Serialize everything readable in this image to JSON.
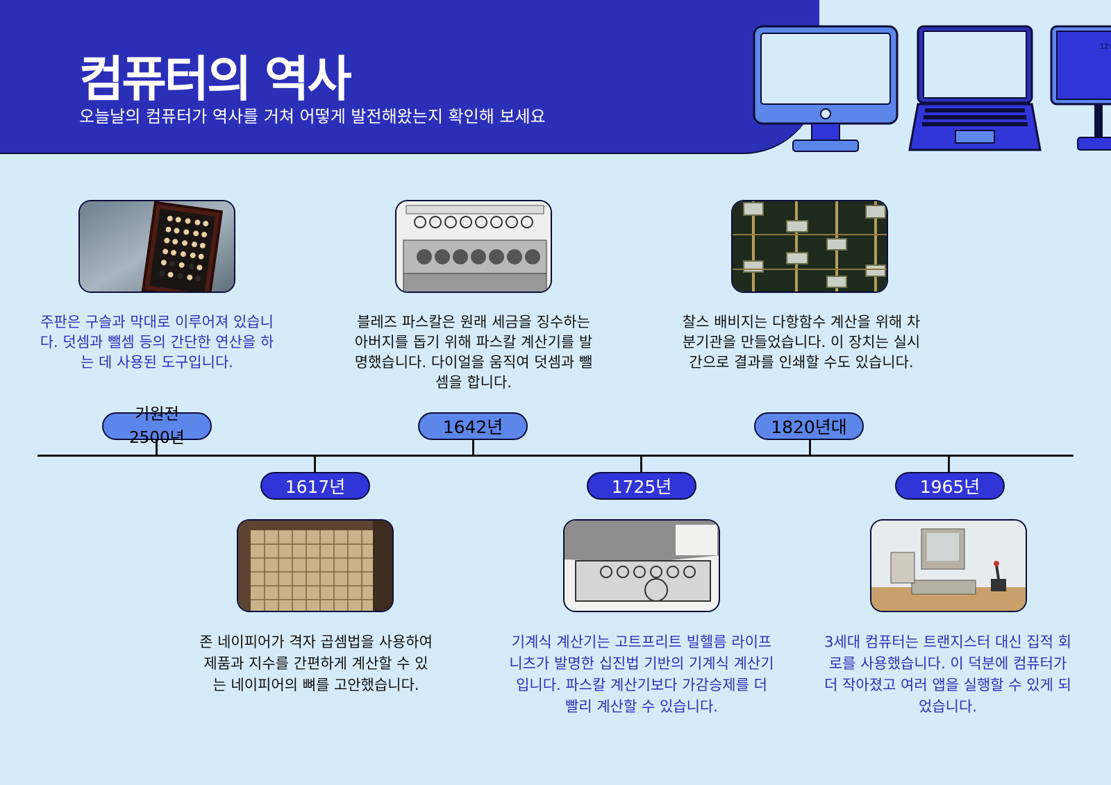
{
  "header": {
    "title": "컴퓨터의 역사",
    "subtitle": "오늘날의 컴퓨터가 역사를 거쳐 어떻게 발전해왔는지 확인해 보세요",
    "tablet_clock": "12:"
  },
  "timeline": {
    "top": [
      {
        "year": "기원전 2500년",
        "description": "주판은 구슬과 막대로 이루어져 있습니다. 덧셈과 뺄셈 등의 간단한 연산을 하는 데 사용된 도구입니다.",
        "image": "abacus-photo"
      },
      {
        "year": "1642년",
        "description": "블레즈 파스칼은 원래 세금을 징수하는 아버지를 돕기 위해 파스칼 계산기를 발명했습니다. 다이얼을 움직여 덧셈과 뺄셈을 합니다.",
        "image": "pascaline-photo"
      },
      {
        "year": "1820년대",
        "description": "찰스 배비지는 다항함수 계산을 위해 차분기관을 만들었습니다. 이 장치는 실시간으로 결과를 인쇄할 수도 있습니다.",
        "image": "difference-engine-photo"
      }
    ],
    "bottom": [
      {
        "year": "1617년",
        "description": "존 네이피어가 격자 곱셈법을 사용하여 제품과 지수를 간편하게 계산할 수 있는 네이피어의 뼈를 고안했습니다.",
        "image": "napiers-bones-photo"
      },
      {
        "year": "1725년",
        "description": "기계식 계산기는 고트프리트 빌헬름 라이프니츠가 발명한 십진법 기반의 기계식 계산기입니다. 파스칼 계산기보다 가감승제를 더 빨리 계산할 수 있습니다.",
        "image": "leibniz-calculator-photo"
      },
      {
        "year": "1965년",
        "description": "3세대 컴퓨터는 트랜지스터 대신 집적 회로를 사용했습니다. 이 덕분에 컴퓨터가 더 작아졌고 여러 앱을 실행할 수 있게 되었습니다.",
        "image": "third-gen-computer-photo"
      }
    ]
  },
  "colors": {
    "background": "#d6ebf9",
    "header": "#2b2fb8",
    "pill_light": "#5d86ea",
    "pill_dark": "#3135d8"
  }
}
